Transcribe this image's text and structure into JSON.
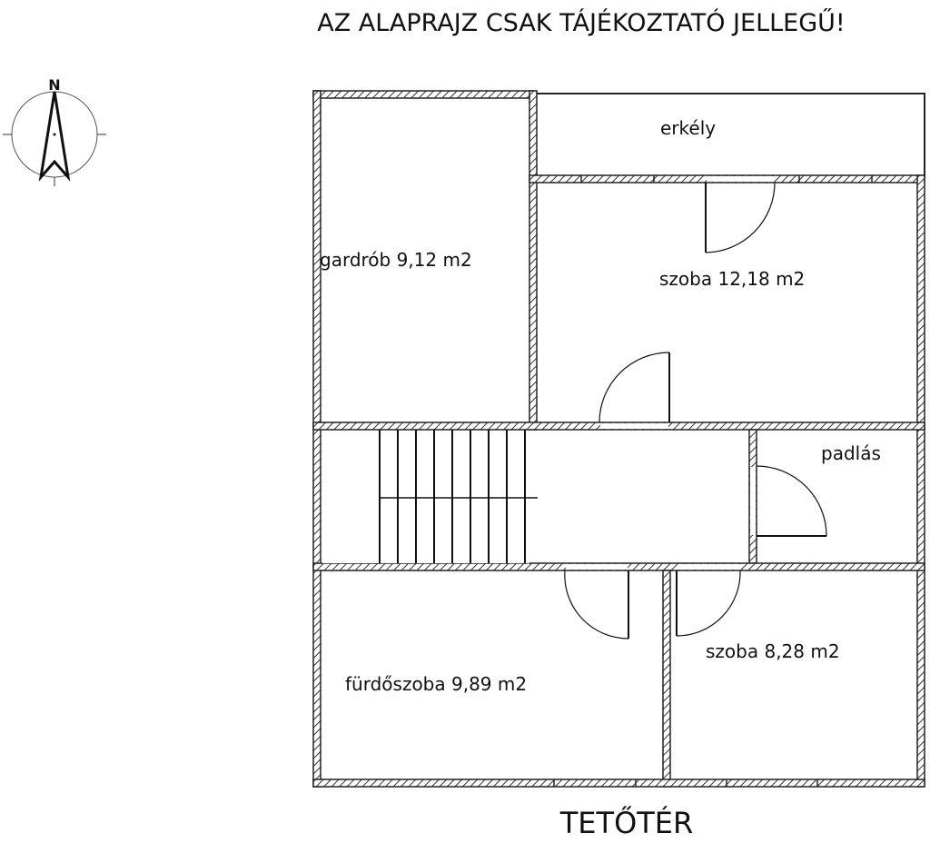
{
  "title": "AZ ALAPRAJZ CSAK TÁJÉKOZTATÓ JELLEGŰ!",
  "floor_name": "TETŐTÉR",
  "compass": {
    "label": "N",
    "icon": "north-arrow-icon"
  },
  "rooms": {
    "balcony": "erkély",
    "wardrobe": "gardrób 9,12 m2",
    "room_large": "szoba 12,18 m2",
    "attic": "padlás",
    "bathroom": "fürdőszoba 9,89 m2",
    "room_small": "szoba 8,28 m2"
  },
  "colors": {
    "wall": "#222222",
    "background": "#ffffff"
  }
}
